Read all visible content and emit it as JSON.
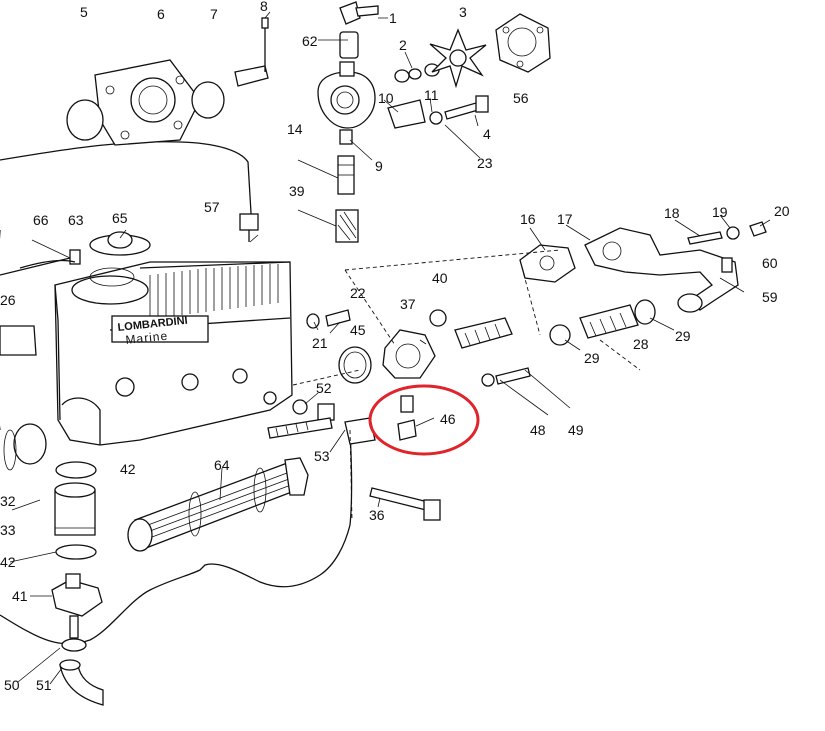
{
  "highlight": {
    "part": "46",
    "color": "#e0242b"
  },
  "brand": {
    "line1": "LOMBARDINI",
    "line2": "Marine"
  },
  "parts": [
    {
      "id": "p1",
      "label": "1"
    },
    {
      "id": "p2",
      "label": "2"
    },
    {
      "id": "p3",
      "label": "3"
    },
    {
      "id": "p4",
      "label": "4"
    },
    {
      "id": "p5",
      "label": "5"
    },
    {
      "id": "p6",
      "label": "6"
    },
    {
      "id": "p7",
      "label": "7"
    },
    {
      "id": "p8",
      "label": "8"
    },
    {
      "id": "p9",
      "label": "9"
    },
    {
      "id": "p10",
      "label": "10"
    },
    {
      "id": "p11",
      "label": "11"
    },
    {
      "id": "p14",
      "label": "14"
    },
    {
      "id": "p16",
      "label": "16"
    },
    {
      "id": "p17",
      "label": "17"
    },
    {
      "id": "p18",
      "label": "18"
    },
    {
      "id": "p19",
      "label": "19"
    },
    {
      "id": "p20",
      "label": "20"
    },
    {
      "id": "p21",
      "label": "21"
    },
    {
      "id": "p22",
      "label": "22"
    },
    {
      "id": "p23",
      "label": "23"
    },
    {
      "id": "p26",
      "label": "26"
    },
    {
      "id": "p28",
      "label": "28"
    },
    {
      "id": "p29a",
      "label": "29"
    },
    {
      "id": "p29b",
      "label": "29"
    },
    {
      "id": "p32",
      "label": "32"
    },
    {
      "id": "p33",
      "label": "33"
    },
    {
      "id": "p36",
      "label": "36"
    },
    {
      "id": "p37",
      "label": "37"
    },
    {
      "id": "p39",
      "label": "39"
    },
    {
      "id": "p40",
      "label": "40"
    },
    {
      "id": "p41",
      "label": "41"
    },
    {
      "id": "p42a",
      "label": "42"
    },
    {
      "id": "p42b",
      "label": "42"
    },
    {
      "id": "p45",
      "label": "45"
    },
    {
      "id": "p46",
      "label": "46"
    },
    {
      "id": "p48",
      "label": "48"
    },
    {
      "id": "p49",
      "label": "49"
    },
    {
      "id": "p50",
      "label": "50"
    },
    {
      "id": "p51",
      "label": "51"
    },
    {
      "id": "p52",
      "label": "52"
    },
    {
      "id": "p53",
      "label": "53"
    },
    {
      "id": "p56",
      "label": "56"
    },
    {
      "id": "p57",
      "label": "57"
    },
    {
      "id": "p59",
      "label": "59"
    },
    {
      "id": "p60",
      "label": "60"
    },
    {
      "id": "p62",
      "label": "62"
    },
    {
      "id": "p63",
      "label": "63"
    },
    {
      "id": "p64",
      "label": "64"
    },
    {
      "id": "p65",
      "label": "65"
    },
    {
      "id": "p66",
      "label": "66"
    }
  ]
}
